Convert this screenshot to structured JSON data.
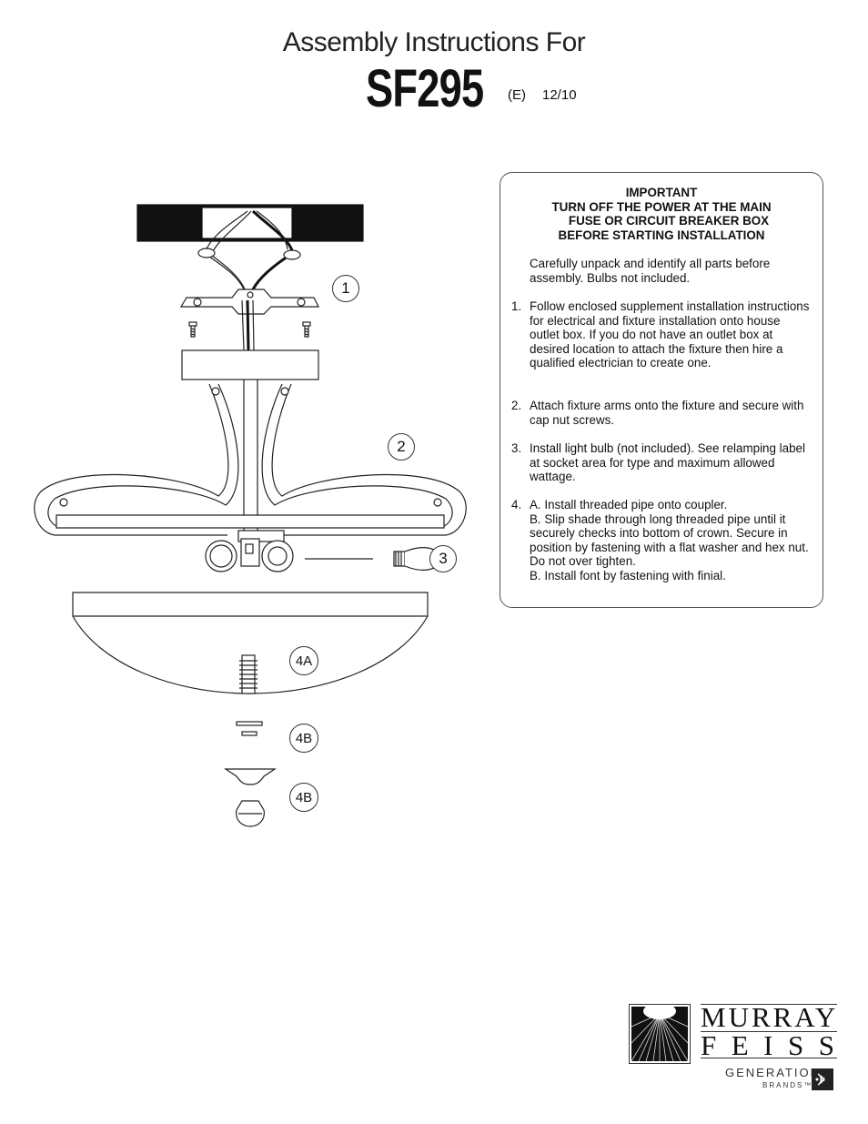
{
  "header": {
    "title": "Assembly Instructions For",
    "model": "SF295",
    "edition": "(E)",
    "date": "12/10"
  },
  "callouts": {
    "c1": "1",
    "c2": "2",
    "c3": "3",
    "c4a": "4A",
    "c4b_1": "4B",
    "c4b_2": "4B"
  },
  "instructions": {
    "warning": [
      "IMPORTANT",
      "TURN OFF THE POWER AT THE MAIN",
      "FUSE OR CIRCUIT BREAKER BOX",
      "BEFORE STARTING INSTALLATION"
    ],
    "intro": "Carefully unpack and identify all parts before assembly.  Bulbs not included.",
    "steps": [
      {
        "num": "1.",
        "lines": [
          "Follow enclosed supplement installation instructions for electrical and fixture installation onto house outlet box. If you do not have an outlet box at desired location to attach the fixture then hire a qualified electrician to create one."
        ]
      },
      {
        "num": "2.",
        "lines": [
          "Attach fixture arms onto the fixture and secure with cap nut screws."
        ]
      },
      {
        "num": "3.",
        "lines": [
          "Install light bulb (not included).  See relamping label at socket area for type and maximum allowed wattage."
        ]
      },
      {
        "num": "4.",
        "lines": [
          "A. Install threaded pipe onto coupler.",
          "B. Slip shade through long threaded pipe until it securely checks into bottom of crown. Secure in position by fastening with a flat washer and hex nut. Do not over tighten.",
          "B. Install font by fastening with finial."
        ]
      }
    ]
  },
  "logo": {
    "line1": "MURRAY",
    "line2": "FEISS",
    "line3": "GENERATION",
    "line4": "BRANDS™"
  }
}
